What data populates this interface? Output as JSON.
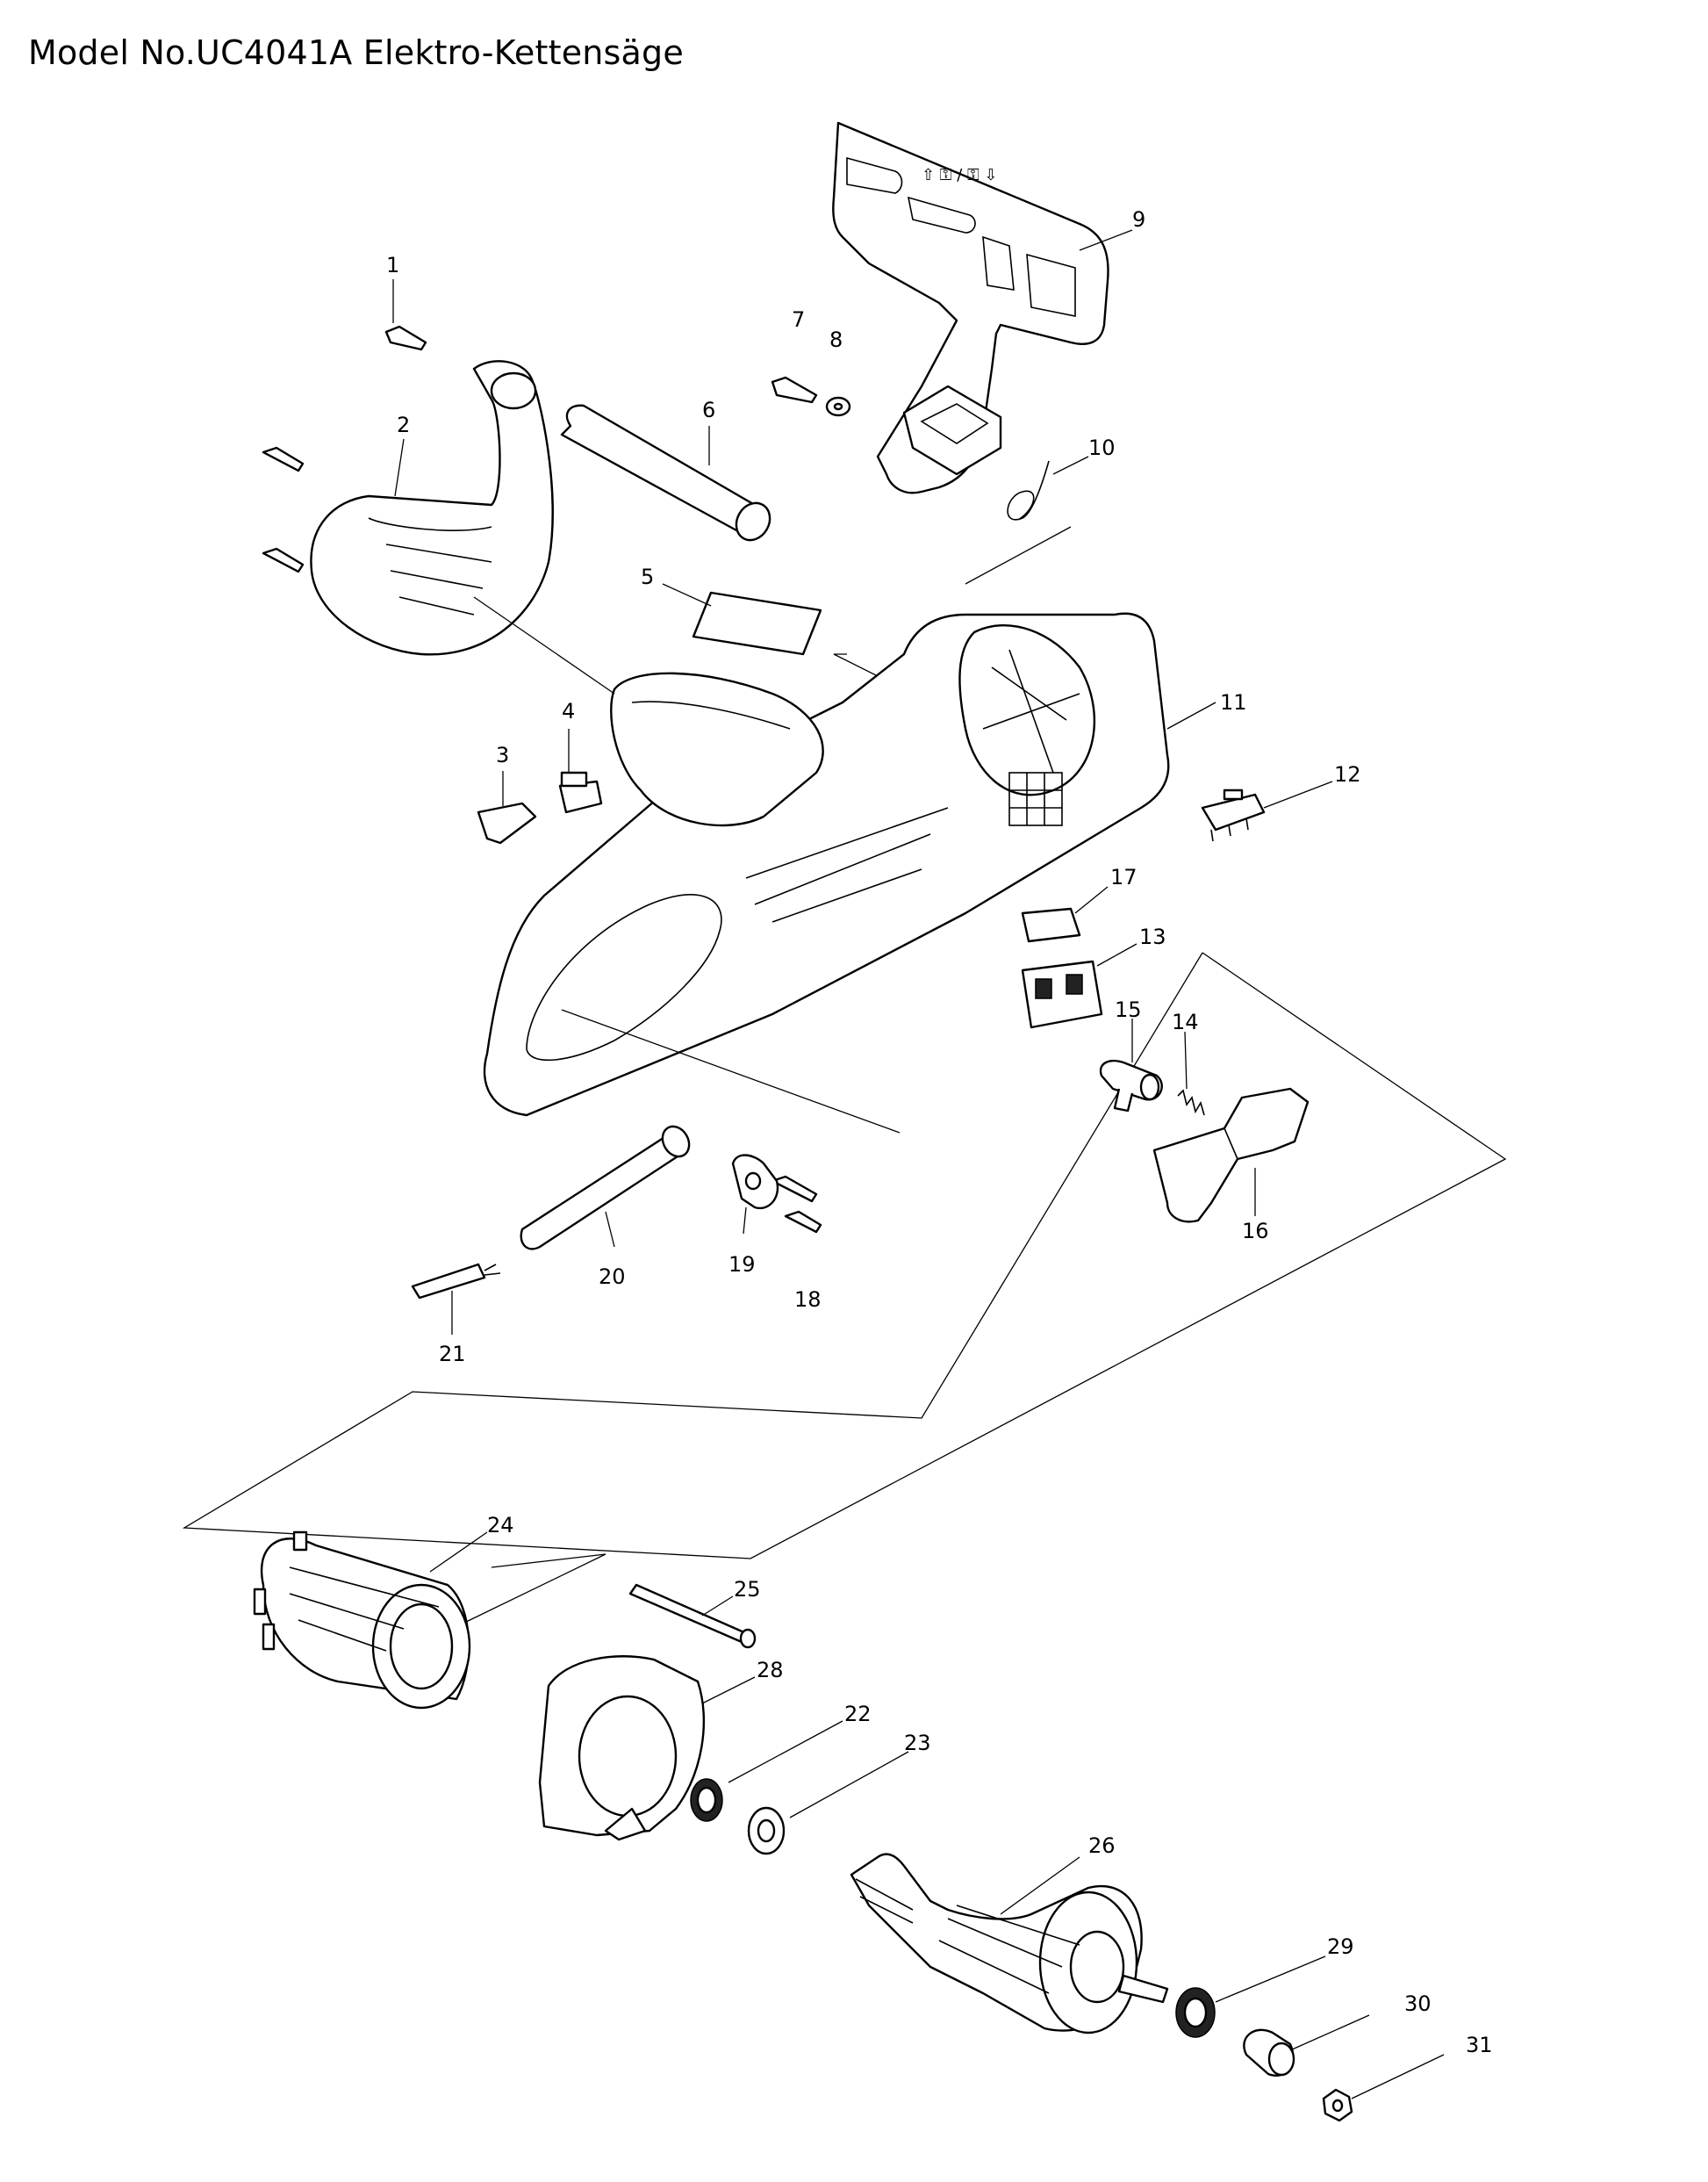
{
  "title": "Model No.UC4041A Elektro-Kettensäge",
  "callouts": [
    {
      "id": "1",
      "label": "1"
    },
    {
      "id": "2",
      "label": "2"
    },
    {
      "id": "3",
      "label": "3"
    },
    {
      "id": "4",
      "label": "4"
    },
    {
      "id": "5",
      "label": "5"
    },
    {
      "id": "6",
      "label": "6"
    },
    {
      "id": "7",
      "label": "7"
    },
    {
      "id": "8",
      "label": "8"
    },
    {
      "id": "9",
      "label": "9"
    },
    {
      "id": "10",
      "label": "10"
    },
    {
      "id": "11",
      "label": "11"
    },
    {
      "id": "12",
      "label": "12"
    },
    {
      "id": "13",
      "label": "13"
    },
    {
      "id": "14",
      "label": "14"
    },
    {
      "id": "15",
      "label": "15"
    },
    {
      "id": "16",
      "label": "16"
    },
    {
      "id": "17",
      "label": "17"
    },
    {
      "id": "18",
      "label": "18"
    },
    {
      "id": "19",
      "label": "19"
    },
    {
      "id": "20",
      "label": "20"
    },
    {
      "id": "21",
      "label": "21"
    },
    {
      "id": "22",
      "label": "22"
    },
    {
      "id": "23",
      "label": "23"
    },
    {
      "id": "24",
      "label": "24"
    },
    {
      "id": "25",
      "label": "25"
    },
    {
      "id": "26",
      "label": "26"
    },
    {
      "id": "28",
      "label": "28"
    },
    {
      "id": "29",
      "label": "29"
    },
    {
      "id": "30",
      "label": "30"
    },
    {
      "id": "31",
      "label": "31"
    }
  ]
}
